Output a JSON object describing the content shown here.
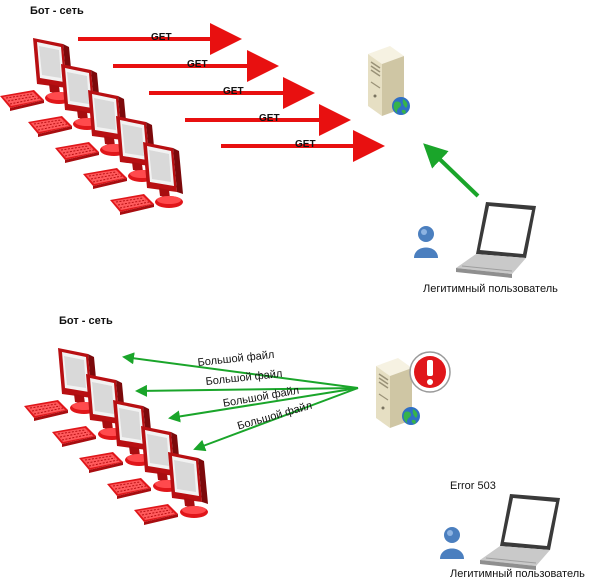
{
  "top": {
    "botnet_label": "Бот - сеть",
    "request_labels": [
      "GET",
      "GET",
      "GET",
      "GET",
      "GET"
    ],
    "user_label": "Легитимный пользователь"
  },
  "bottom": {
    "botnet_label": "Бот - сеть",
    "response_labels": [
      "Большой файл",
      "Большой файл",
      "Большой файл",
      "Большой файл"
    ],
    "error_label": "Error 503",
    "user_label": "Легитимный пользователь"
  },
  "colors": {
    "request_arrow": "#e81010",
    "response_arrow": "#1aa52a",
    "bot_red": "#e0161a",
    "server_beige": "#ece6cf",
    "user_blue": "#4b7fbf"
  },
  "icons": {
    "bot": "red-computer-icon",
    "server": "server-icon",
    "alert": "warning-icon",
    "user": "person-icon",
    "laptop": "laptop-icon"
  }
}
